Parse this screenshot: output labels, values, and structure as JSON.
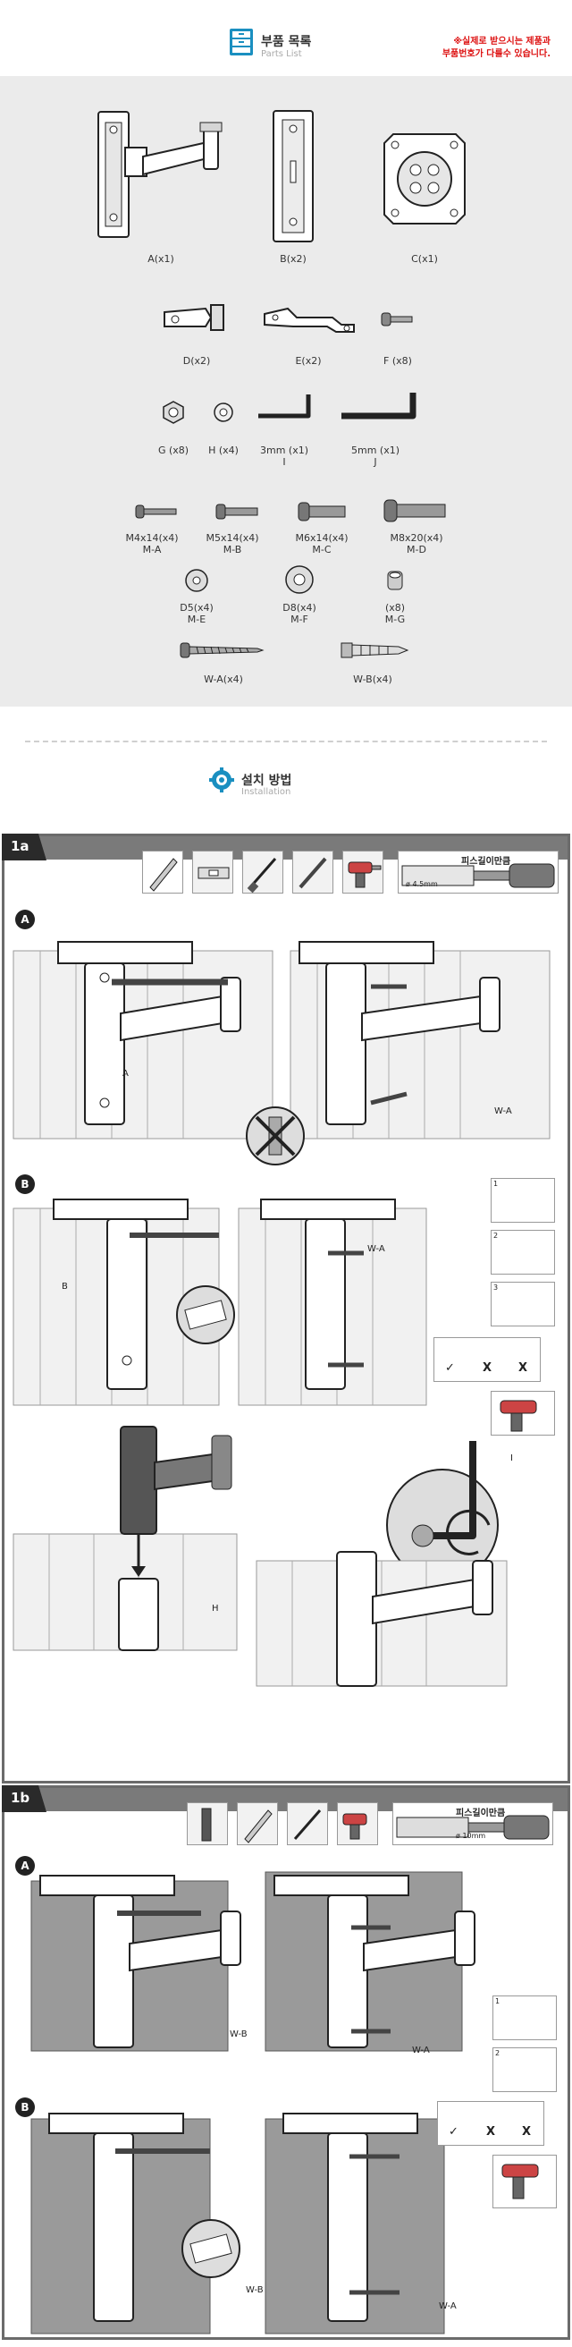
{
  "header": {
    "title": "부품 목록",
    "subtitle": "Parts List",
    "note_line1": "※실제로 받으시는 제품과",
    "note_line2": "부품번호가 다를수 있습니다."
  },
  "parts": {
    "a": "A(x1)",
    "b": "B(x2)",
    "c": "C(x1)",
    "d": "D(x2)",
    "e": "E(x2)",
    "f": "F (x8)",
    "g": "G (x8)",
    "h": "H (x4)",
    "i_size": "3mm (x1)",
    "i_code": "I",
    "j_size": "5mm (x1)",
    "j_code": "J",
    "ma_size": "M4x14(x4)",
    "ma_code": "M-A",
    "mb_size": "M5x14(x4)",
    "mb_code": "M-B",
    "mc_size": "M6x14(x4)",
    "mc_code": "M-C",
    "md_size": "M8x20(x4)",
    "md_code": "M-D",
    "me_size": "D5(x4)",
    "me_code": "M-E",
    "mf_size": "D8(x4)",
    "mf_code": "M-F",
    "mg_size": "(x8)",
    "mg_code": "M-G",
    "wa": "W-A(x4)",
    "wb": "W-B(x4)"
  },
  "installation": {
    "title": "설치 방법",
    "subtitle": "Installation"
  },
  "section_1a": {
    "tag": "1a",
    "drill_title": "피스길이만큼",
    "drill_size": "ø 4.5mm",
    "step_a": "A",
    "step_b": "B",
    "label_a": "A",
    "label_wa_1": "W-A",
    "label_b": "B",
    "label_wa_2": "W-A",
    "label_i": "I",
    "label_h": "H",
    "side_1": "1",
    "side_2": "2",
    "side_3": "3",
    "check_ok": "✓",
    "check_x1": "X",
    "check_x2": "X"
  },
  "section_1b": {
    "tag": "1b",
    "drill_title": "피스길이만큼",
    "drill_size": "ø 10mm",
    "step_a": "A",
    "step_b": "B",
    "label_wb_1": "W-B",
    "label_wa_1": "W-A",
    "label_wb_2": "W-B",
    "label_wa_2": "W-A",
    "side_1": "1",
    "side_2": "2",
    "check_ok": "✓",
    "check_x1": "X",
    "check_x2": "X"
  },
  "colors": {
    "panel": "#ebebeb",
    "frame": "#6b6b6b",
    "accent_red": "#dd1111",
    "icon_blue": "#1a8fc0"
  }
}
